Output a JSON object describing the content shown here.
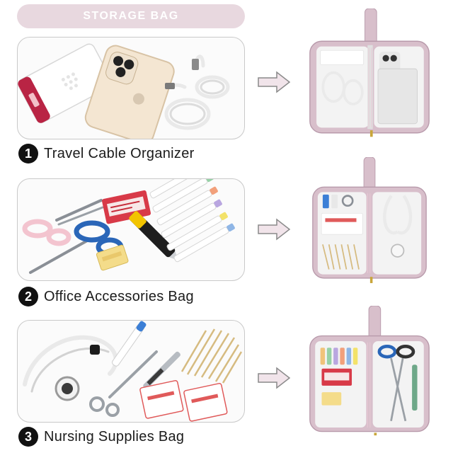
{
  "header": {
    "title": "STORAGE BAG"
  },
  "sections": [
    {
      "number": "1",
      "label": "Travel Cable Organizer",
      "items": [
        "power-bank",
        "smartphone",
        "usb-cable",
        "charging-cable"
      ]
    },
    {
      "number": "2",
      "label": "Office Accessories Bag",
      "items": [
        "scissors",
        "stapler-refills",
        "highlighters",
        "utility-knife",
        "eraser",
        "scissors-blue"
      ]
    },
    {
      "number": "3",
      "label": "Nursing Supplies Bag",
      "items": [
        "stethoscope",
        "medical-scissors",
        "tweezers",
        "pen-light",
        "cotton-swabs",
        "bandages"
      ]
    }
  ],
  "colors": {
    "header_bg": "#e8d8df",
    "bag_pink": "#d8bfcb",
    "bag_dark": "#b89aab",
    "arrow_fill": "#f1e4ea",
    "arrow_stroke": "#8a8a8a"
  }
}
